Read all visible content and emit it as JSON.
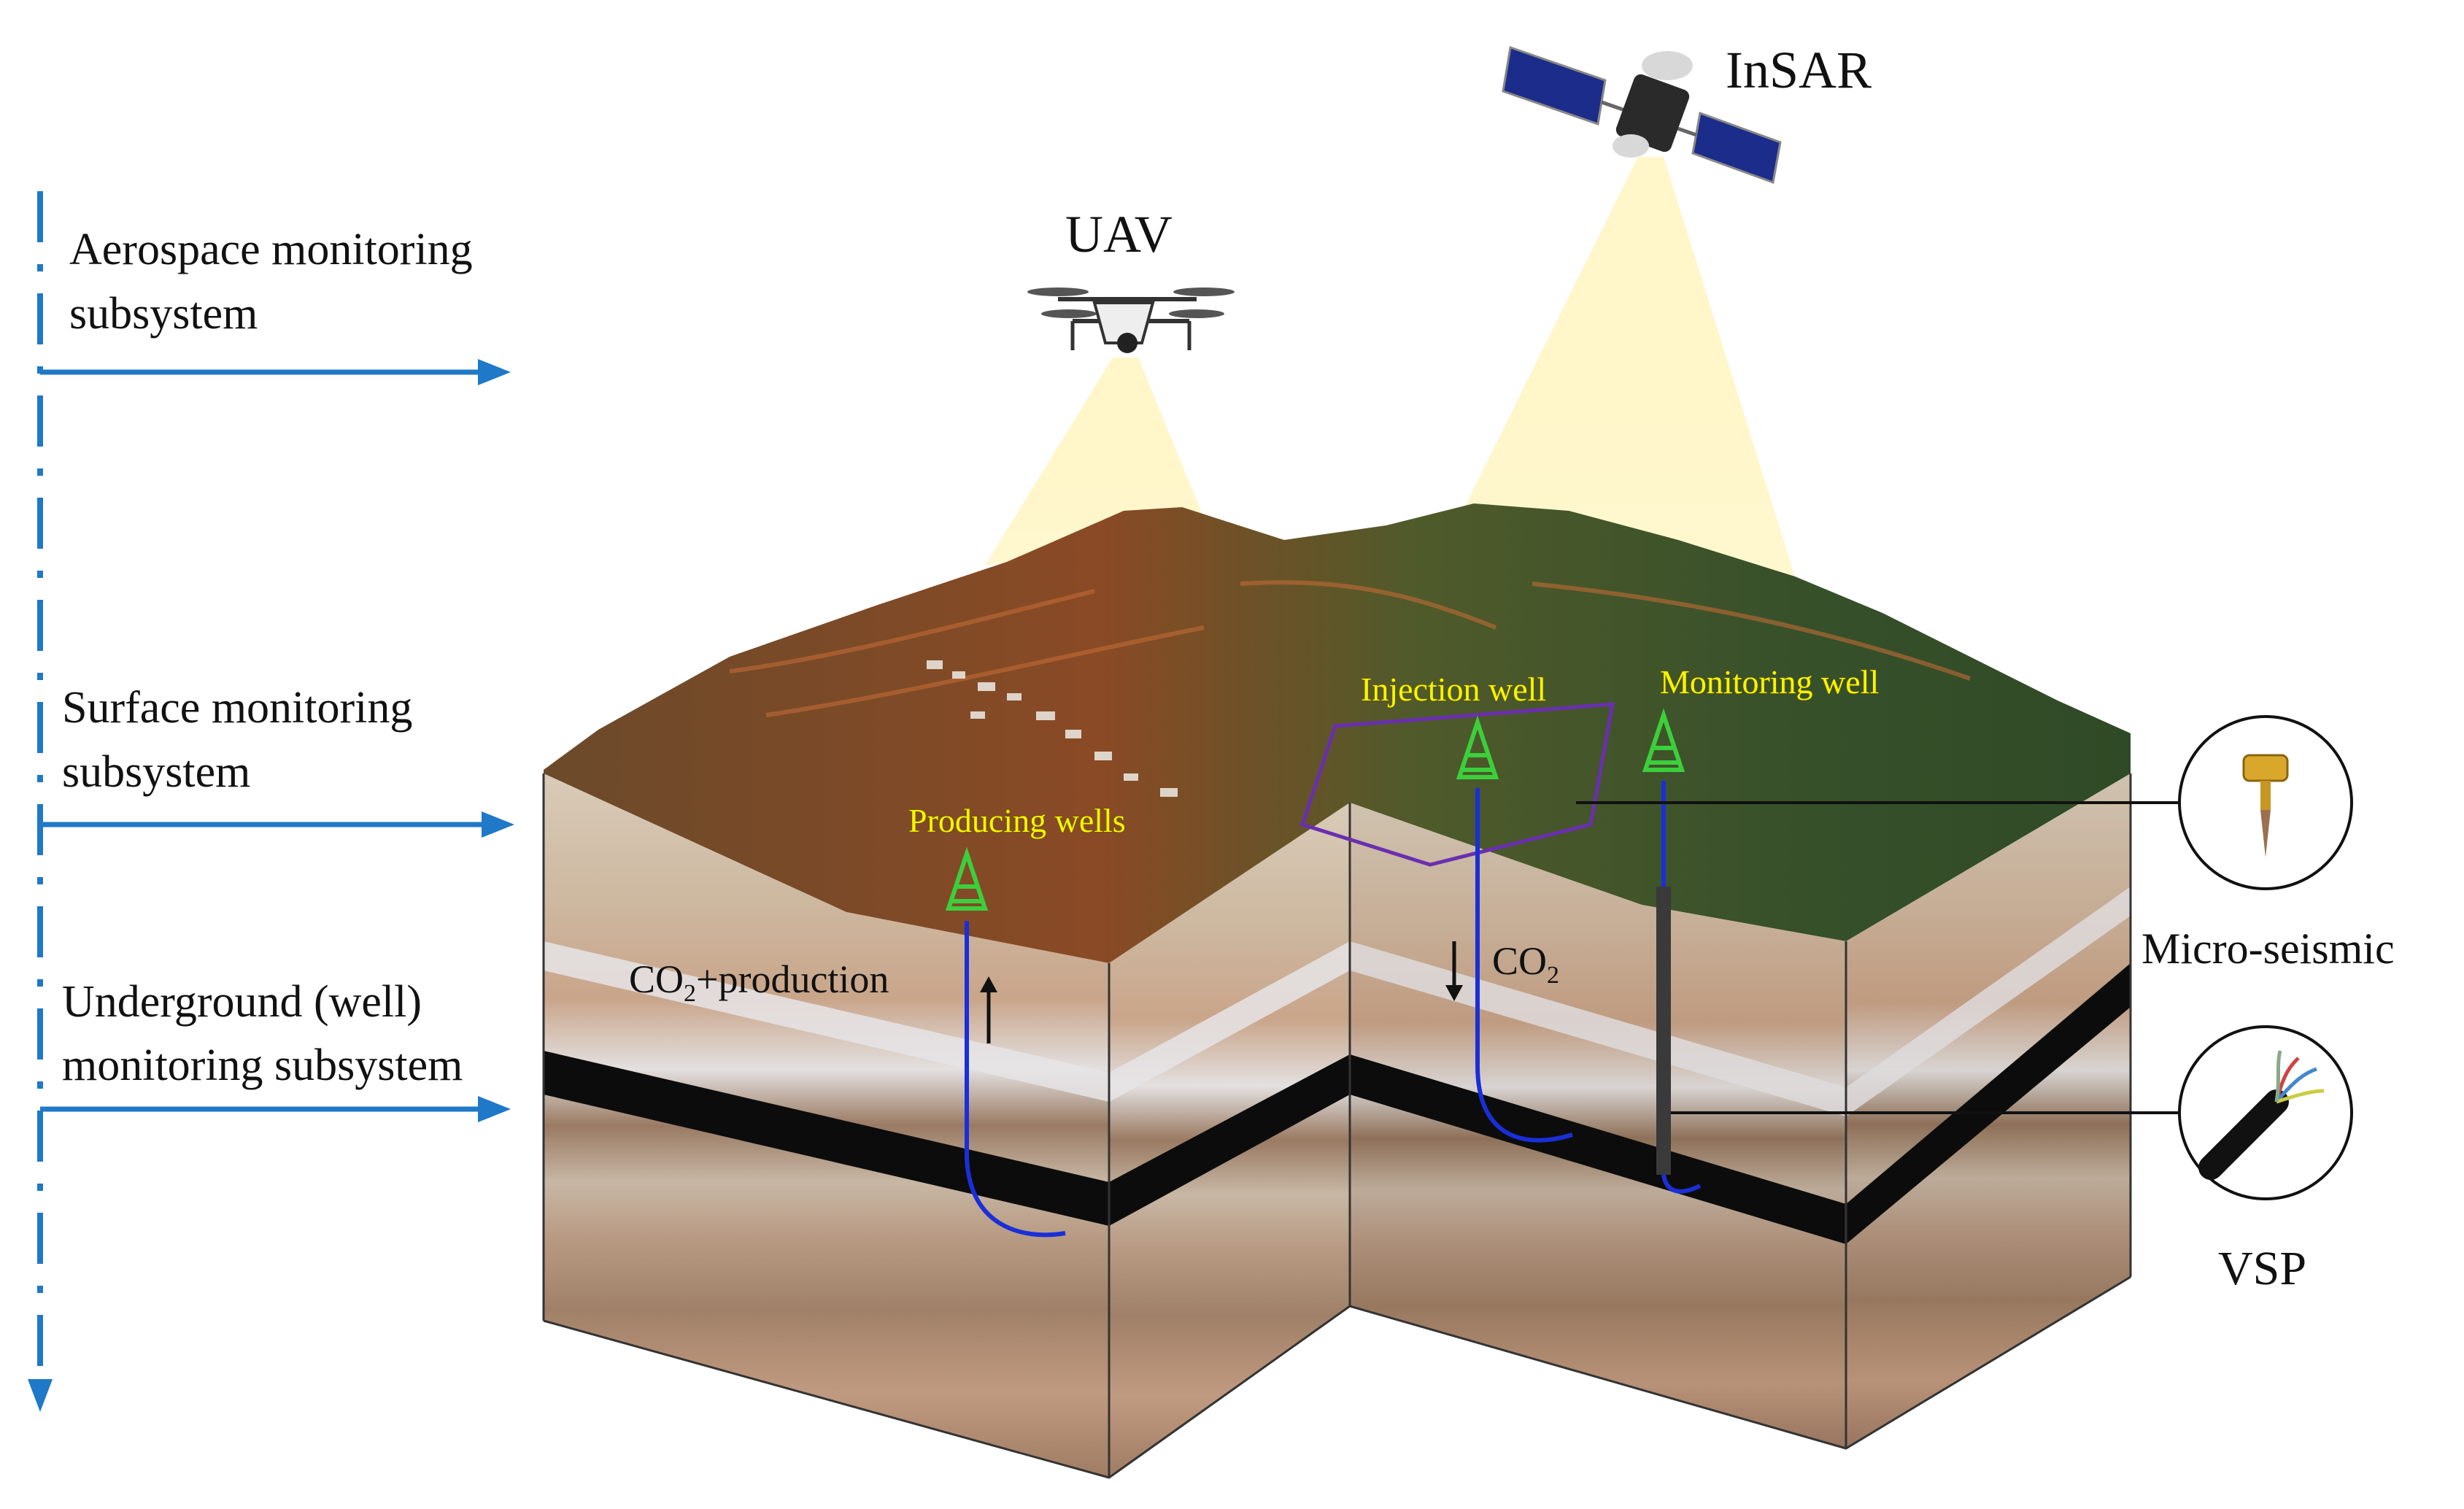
{
  "subsystems": [
    {
      "line1": "Aerospace monitoring",
      "line2": "subsystem"
    },
    {
      "line1": "Surface monitoring",
      "line2": "subsystem"
    },
    {
      "line1": "Underground (well)",
      "line2": "monitoring subsystem"
    }
  ],
  "platforms": {
    "uav": "UAV",
    "insar": "InSAR"
  },
  "wells": {
    "producing": "Producing wells",
    "injection": "Injection well",
    "monitoring": "Monitoring well"
  },
  "flows": {
    "production_co2": "CO",
    "production_sub": "2",
    "production_suffix": "+production",
    "injection_co2": "CO",
    "injection_sub": "2"
  },
  "sensors": {
    "micro_seismic": "Micro-seismic",
    "vsp": "VSP"
  },
  "colors": {
    "arrow_blue": "#1f78c8",
    "well_blue": "#1a2fd8",
    "well_label": "#f5f500",
    "derrick_green": "#3ccf3c",
    "beam_yellow": "#fff3b0"
  }
}
